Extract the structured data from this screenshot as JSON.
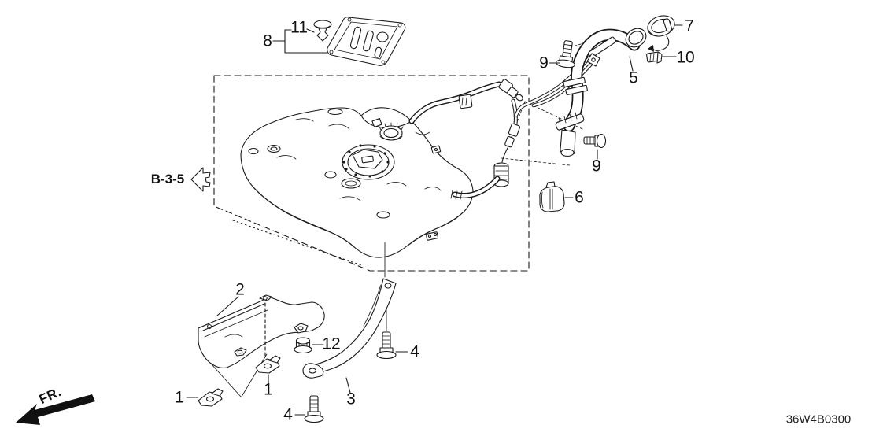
{
  "diagram": {
    "code": "36W4B0300",
    "section_ref": "B-3-5",
    "direction_label": "FR.",
    "callouts": {
      "part8": "8",
      "part11": "11",
      "part7": "7",
      "part10": "10",
      "part9_upper": "9",
      "part5": "5",
      "part9_lower": "9",
      "part6": "6",
      "part2": "2",
      "part12": "12",
      "part4_right": "4",
      "part1_middle": "1",
      "part1_left": "1",
      "part3": "3",
      "part4_bottom": "4"
    },
    "colors": {
      "line": "#1a1a1a",
      "background": "#ffffff"
    }
  }
}
